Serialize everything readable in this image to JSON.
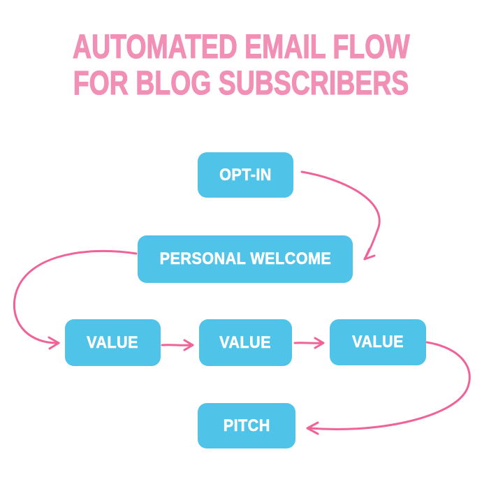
{
  "title": {
    "line1": "AUTOMATED EMAIL FLOW",
    "line2": "FOR BLOG SUBSCRIBERS"
  },
  "nodes": [
    {
      "id": "opt-in",
      "label": "OPT-IN"
    },
    {
      "id": "personal-welcome",
      "label": "PERSONAL WELCOME"
    },
    {
      "id": "value-1",
      "label": "VALUE"
    },
    {
      "id": "value-2",
      "label": "VALUE"
    },
    {
      "id": "value-3",
      "label": "VALUE"
    },
    {
      "id": "pitch",
      "label": "PITCH"
    }
  ],
  "edges": [
    {
      "from": "opt-in",
      "to": "personal-welcome",
      "style": "curved"
    },
    {
      "from": "personal-welcome",
      "to": "value-1",
      "style": "curved"
    },
    {
      "from": "value-1",
      "to": "value-2",
      "style": "straight"
    },
    {
      "from": "value-2",
      "to": "value-3",
      "style": "straight"
    },
    {
      "from": "value-3",
      "to": "pitch",
      "style": "curved"
    }
  ],
  "colors": {
    "background": "#FFFFFF",
    "box": "#4FC3E8",
    "box_text": "#FFFFFF",
    "arrow": "#EF6398",
    "title": "#F28FB5"
  }
}
